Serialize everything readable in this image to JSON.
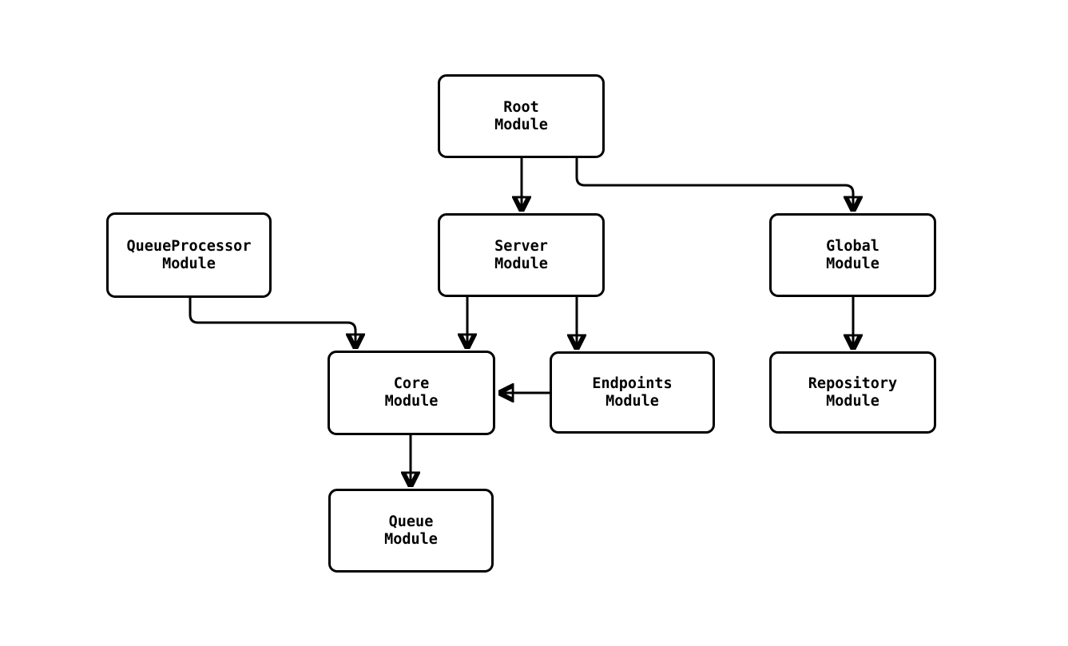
{
  "diagram": {
    "title": "module-dependency-diagram",
    "colors": {
      "background": "#ffffff",
      "node_fill": "#ffffff",
      "node_border": "#000000",
      "edge_stroke": "#000000",
      "text": "#000000"
    },
    "nodes": [
      {
        "id": "root",
        "label": "Root\nModule"
      },
      {
        "id": "queueprocessor",
        "label": "QueueProcessor\nModule"
      },
      {
        "id": "server",
        "label": "Server\nModule"
      },
      {
        "id": "global",
        "label": "Global\nModule"
      },
      {
        "id": "core",
        "label": "Core\nModule"
      },
      {
        "id": "endpoints",
        "label": "Endpoints\nModule"
      },
      {
        "id": "repository",
        "label": "Repository\nModule"
      },
      {
        "id": "queue",
        "label": "Queue\nModule"
      }
    ],
    "edges": [
      {
        "from": "Root Module",
        "to": "Server Module"
      },
      {
        "from": "Root Module",
        "to": "Global Module"
      },
      {
        "from": "QueueProcessor Module",
        "to": "Core Module"
      },
      {
        "from": "Server Module",
        "to": "Core Module"
      },
      {
        "from": "Server Module",
        "to": "Endpoints Module"
      },
      {
        "from": "Endpoints Module",
        "to": "Core Module"
      },
      {
        "from": "Global Module",
        "to": "Repository Module"
      },
      {
        "from": "Core Module",
        "to": "Queue Module"
      }
    ]
  }
}
